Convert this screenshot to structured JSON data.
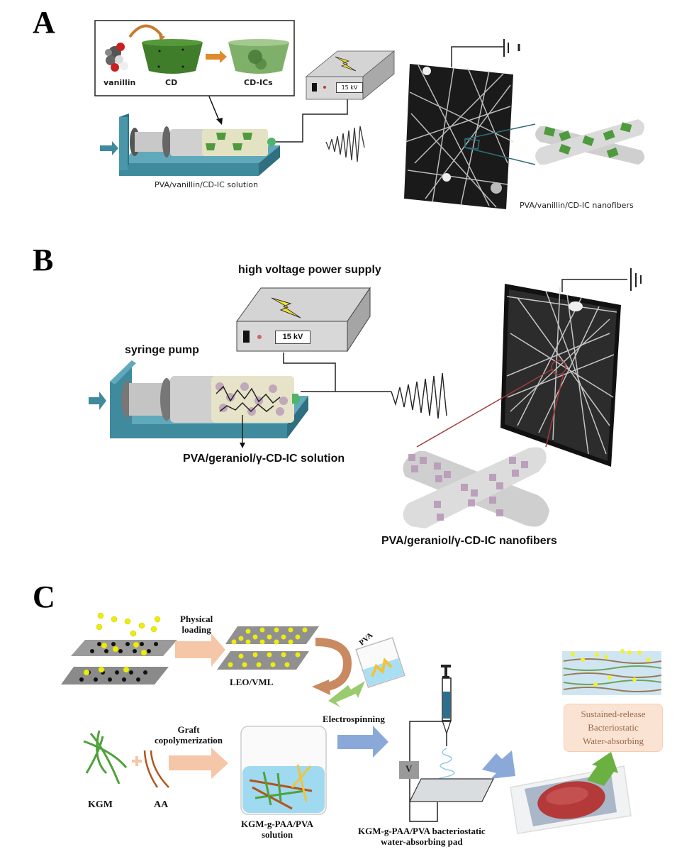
{
  "figure": {
    "panels": [
      {
        "letter": "A",
        "inset": {
          "labels": [
            "vanillin",
            "CD",
            "CD-ICs"
          ]
        },
        "power_supply": {
          "display": "15 kV"
        },
        "solution_label": "PVA/vanillin/CD-IC solution",
        "nanofiber_label": "PVA/vanillin/CD-IC nanofibers",
        "colors": {
          "pump": "#3f8a9c",
          "inclusion": "#4f9a3c",
          "zoom_lines": "#2e6f78"
        }
      },
      {
        "letter": "B",
        "power_supply_label": "high voltage power supply",
        "power_supply": {
          "display": "15 kV"
        },
        "pump_label": "syringe pump",
        "solution_label": "PVA/geraniol/γ-CD-IC solution",
        "nanofiber_label": "PVA/geraniol/γ-CD-IC nanofibers",
        "colors": {
          "pump": "#3f8a9c",
          "inclusion": "#b89ab8",
          "zoom_lines": "#a33a3a"
        }
      },
      {
        "letter": "C",
        "steps": {
          "physical_loading": [
            "Physical",
            "loading"
          ],
          "leo_vml": "LEO/VML",
          "pva": "PVA",
          "electrospinning": "Electrospinning",
          "graft": [
            "Graft",
            "copolymerization"
          ],
          "kgm": "KGM",
          "aa": "AA",
          "solution": [
            "KGM-g-PAA/PVA",
            "solution"
          ],
          "voltage": "V",
          "pad": [
            "KGM-g-PAA/PVA bacteriostatic",
            "water-absorbing pad"
          ],
          "properties": [
            "Sustained-release",
            "Bacteriostatic",
            "Water-absorbing"
          ]
        },
        "colors": {
          "arrow_peach": "#f6c6a8",
          "arrow_blue": "#8aa9d8",
          "arrow_green": "#7ab648",
          "arrow_brown": "#c98a62"
        }
      }
    ]
  }
}
